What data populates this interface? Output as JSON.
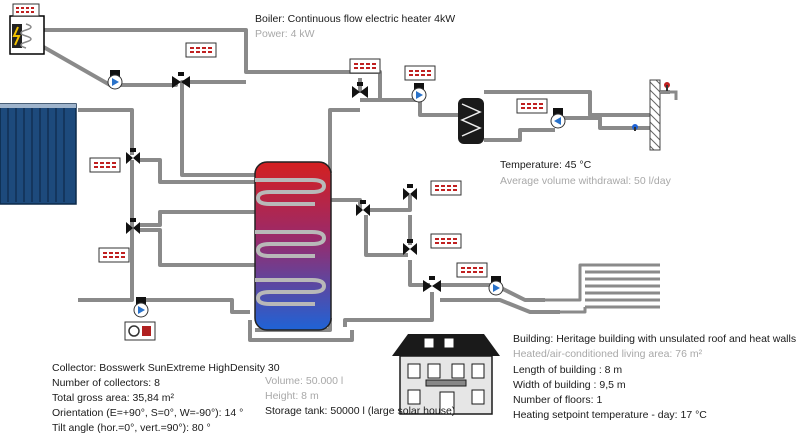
{
  "boiler": {
    "title": "Boiler: Continuous flow electric heater 4kW",
    "power": "Power: 4 kW"
  },
  "hot_water": {
    "temperature": "Temperature: 45 °C",
    "withdrawal": "Average volume withdrawal: 50 l/day"
  },
  "collector": {
    "name": "Collector: Bosswerk SunExtreme HighDensity 30",
    "count": "Number of collectors: 8",
    "gross_area": "Total gross area: 35,84 m²",
    "orientation": "Orientation (E=+90°, S=0°, W=-90°): 14 °",
    "tilt": "Tilt angle (hor.=0°, vert.=90°): 80 °"
  },
  "storage": {
    "volume": "Volume: 50.000 l",
    "height": "Height: 8 m",
    "tank": "Storage tank: 50000 l (large solar house)"
  },
  "building": {
    "type": "Building: Heritage building with unsulated roof and heat walls",
    "living_area": "Heated/air-conditioned living area: 76 m²",
    "length": "Length of building : 8 m",
    "width": "Width of building : 9,5 m",
    "floors": "Number of floors: 1",
    "setpoint": "Heating setpoint temperature - day: 17 °C"
  },
  "colors": {
    "pipe": "#8a8a8a",
    "tank_hot": "#d42020",
    "tank_cold": "#1f63d6",
    "collector": "#1d4a7c",
    "pump": "#2a72c9",
    "text": "#1a1a1a",
    "muted_text": "#a8a8a8"
  }
}
